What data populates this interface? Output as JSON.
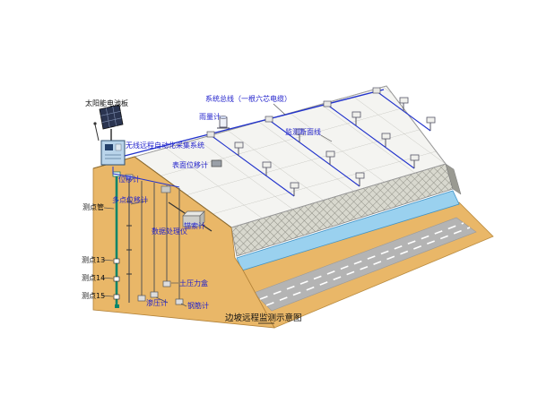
{
  "diagram": {
    "caption": "边坡远程监测示意图",
    "labels": {
      "solar_panel": "太阳能电池板",
      "system_bus": "系统总线（一根六芯电缆）",
      "rain_gauge": "雨量计",
      "monitoring_section_line": "监测断面线",
      "wireless_acquisition_system": "无线远程自动化采集系统",
      "surface_displacement_gauge": "表面位移计",
      "displacement_gauge": "位移计",
      "multipoint_displacement_gauge": "多点位移计",
      "measuring_point_tube": "测点管",
      "data_processor": "数据处理仪",
      "anchor_cable_gauge": "锚索计",
      "measuring_point_13": "测点13",
      "measuring_point_14": "测点14",
      "measuring_point_15": "测点15",
      "piezometer": "渗压计",
      "earth_pressure_cell": "土压力盒",
      "rebar_gauge": "钢筋计"
    },
    "colors": {
      "label_blue": "#2222cc",
      "cable_blue": "#2233cc",
      "earth_tan": "#e9b768",
      "slope_face": "#f4f4f1",
      "channel_blue": "#9ad1ef",
      "road_gray": "#b4b4b4",
      "tube_green": "#00856a"
    }
  }
}
